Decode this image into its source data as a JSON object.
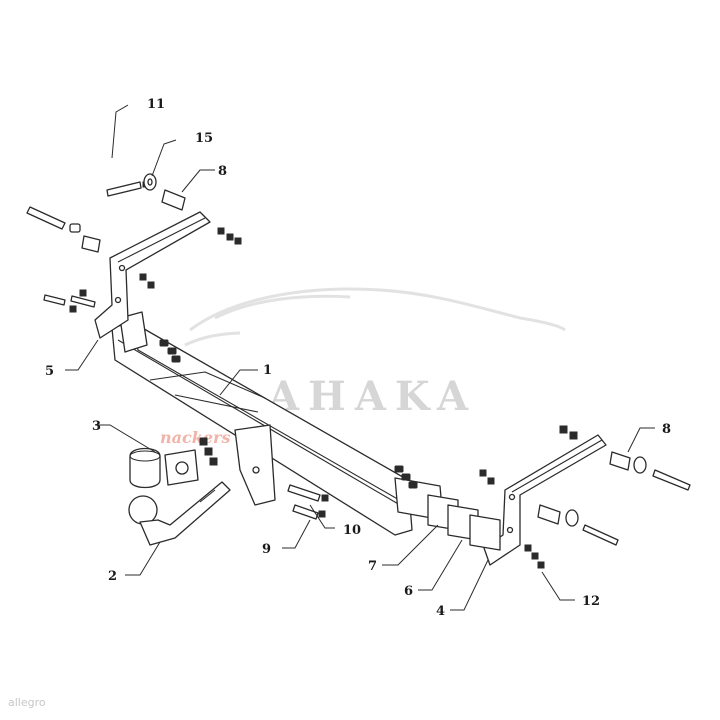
{
  "callouts": {
    "c1": "1",
    "c2": "2",
    "c3": "3",
    "c4": "4",
    "c5": "5",
    "c6": "6",
    "c7": "7",
    "c8a": "8",
    "c8b": "8",
    "c9": "9",
    "c10": "10",
    "c11": "11",
    "c12": "12",
    "c15": "15"
  },
  "watermark": {
    "brand": "AHAKA",
    "tagline": "nackers travel"
  },
  "store_mark": "allegro"
}
